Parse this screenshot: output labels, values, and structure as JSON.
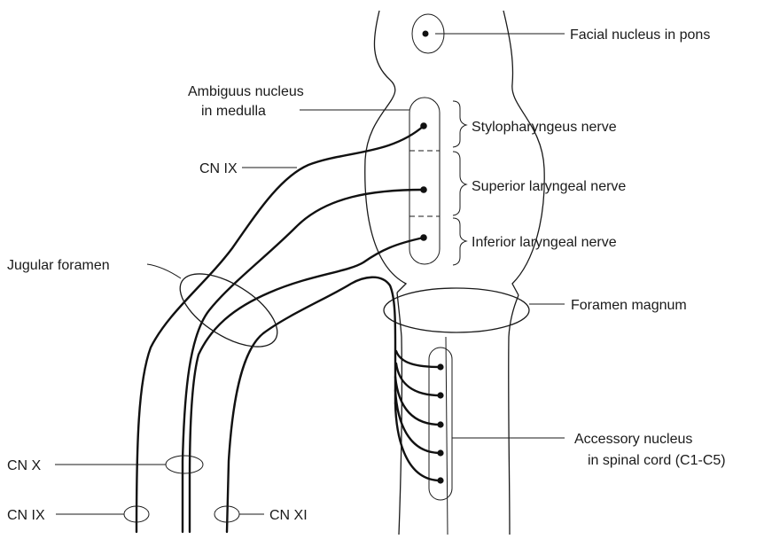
{
  "labels": {
    "facial_nucleus": "Facial nucleus in pons",
    "ambiguus_line1": "Ambiguus nucleus",
    "ambiguus_line2": "in medulla",
    "cn_ix_top": "CN IX",
    "stylopharyngeus": "Stylopharyngeus nerve",
    "superior_laryngeal": "Superior laryngeal nerve",
    "inferior_laryngeal": "Inferior laryngeal nerve",
    "jugular_foramen": "Jugular foramen",
    "foramen_magnum": "Foramen magnum",
    "accessory_line1": "Accessory nucleus",
    "accessory_line2": "in spinal cord (C1-C5)",
    "cn_x": "CN X",
    "cn_ix_bottom": "CN IX",
    "cn_xi": "CN XI"
  },
  "colors": {
    "ink": "#111111",
    "background": "#ffffff"
  }
}
